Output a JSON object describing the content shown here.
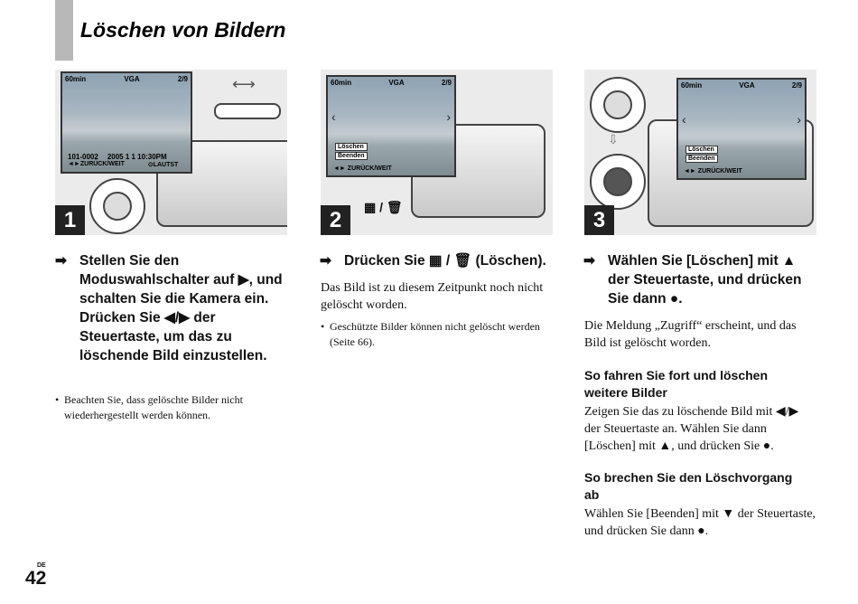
{
  "page": {
    "title": "Löschen von Bildern",
    "lang": "DE",
    "number": "42"
  },
  "steps": [
    {
      "num": "1",
      "lcd": {
        "battery": "60min",
        "quality": "VGA",
        "counter": "2/9",
        "file": "101-0002",
        "datetime": "2005  1  1 10:30PM",
        "hint_left": "◄►ZURÜCK/WEIT",
        "hint_right": "⊙LAUTST"
      },
      "heading": "Stellen Sie den Moduswahlschalter auf ▶, und schalten Sie die Kamera ein. Drücken Sie ◀/▶ der Steuertaste, um das zu löschende Bild einzustellen.",
      "bullets": [
        "Beachten Sie, dass gelöschte Bilder nicht wiederhergestellt werden können."
      ]
    },
    {
      "num": "2",
      "lcd": {
        "battery": "60min",
        "quality": "VGA",
        "counter": "2/9",
        "menu1": "Löschen",
        "menu2": "Beenden",
        "hint": "◄► ZURÜCK/WEIT"
      },
      "button_label": "▦ / 🗑",
      "heading": "Drücken Sie ▦ / 🗑 (Löschen).",
      "body": "Das Bild ist zu diesem Zeitpunkt noch nicht gelöscht worden.",
      "bullets": [
        "Geschützte Bilder können nicht gelöscht werden (Seite 66)."
      ]
    },
    {
      "num": "3",
      "lcd": {
        "battery": "60min",
        "quality": "VGA",
        "counter": "2/9",
        "menu1": "Löschen",
        "menu2": "Beenden",
        "hint": "◄► ZURÜCK/WEIT"
      },
      "heading": "Wählen Sie [Löschen] mit ▲ der Steuertaste, und drücken Sie dann ●.",
      "body": "Die Meldung „Zugriff“ erscheint, und das Bild ist gelöscht worden.",
      "sub1": "So fahren Sie fort und löschen weitere Bilder",
      "sub1_body": "Zeigen Sie das zu löschende Bild mit ◀/▶ der Steuertaste an. Wählen Sie dann [Löschen] mit ▲, und drücken Sie ●.",
      "sub2": "So brechen Sie den Löschvorgang ab",
      "sub2_body": "Wählen Sie [Beenden] mit ▼ der Steuertaste, und drücken Sie dann ●."
    }
  ],
  "icons": {
    "step_arrow": "right-arrow-icon"
  }
}
